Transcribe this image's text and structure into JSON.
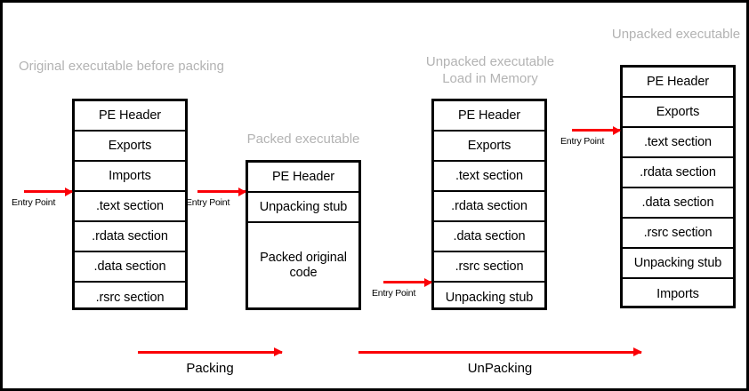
{
  "diagram": {
    "title_color": "#b3b3b3",
    "arrow_color": "#fb0007",
    "box_color": "#000000",
    "background": "#ffffff"
  },
  "captions": {
    "original": "Original executable before packing",
    "packed": "Packed executable",
    "unpacked_memory": "Unpacked executable\nLoad in Memory",
    "unpacked": "Unpacked executable"
  },
  "columns": [
    {
      "id": "original-executable",
      "caption": "Original executable before packing",
      "cells": [
        "PE Header",
        "Exports",
        "Imports",
        ".text section",
        ".rdata section",
        ".data section",
        ".rsrc section"
      ]
    },
    {
      "id": "packed-executable",
      "caption": "Packed executable",
      "cells": [
        "PE Header",
        "Unpacking stub",
        "Packed original\ncode"
      ]
    },
    {
      "id": "unpacked-executable-memory",
      "caption": "Unpacked executable\nLoad in Memory",
      "cells": [
        "PE Header",
        "Exports",
        ".text section",
        ".rdata section",
        ".data section",
        ".rsrc section",
        "Unpacking stub"
      ]
    },
    {
      "id": "unpacked-executable",
      "caption": "Unpacked executable",
      "cells": [
        "PE Header",
        "Exports",
        ".text section",
        ".rdata section",
        ".data section",
        ".rsrc section",
        "Unpacking stub",
        "Imports"
      ]
    }
  ],
  "entry_points": [
    {
      "id": "entry-point-1",
      "label": "Entry Point"
    },
    {
      "id": "entry-point-2",
      "label": "Entry Point"
    },
    {
      "id": "entry-point-3",
      "label": "Entry Point"
    },
    {
      "id": "entry-point-4",
      "label": "Entry Point"
    }
  ],
  "flows": [
    {
      "id": "packing-flow",
      "label": "Packing"
    },
    {
      "id": "unpacking-flow",
      "label": "UnPacking"
    }
  ]
}
